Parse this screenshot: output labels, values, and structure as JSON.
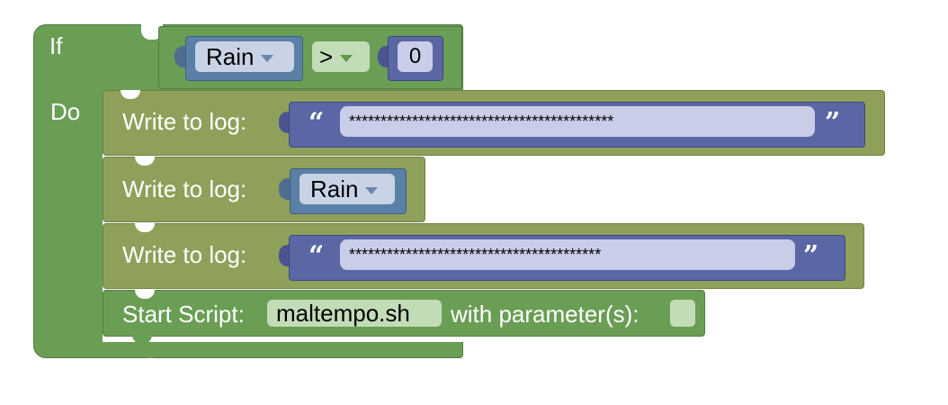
{
  "if_block": {
    "if_label": "If",
    "do_label": "Do"
  },
  "condition": {
    "variable": "Rain",
    "operator": ">",
    "value": "0"
  },
  "statements": {
    "log1": {
      "label": "Write to log:",
      "text": "******************************************"
    },
    "log2": {
      "label": "Write to log:",
      "variable": "Rain"
    },
    "log3": {
      "label": "Write to log:",
      "text": "****************************************"
    },
    "script": {
      "label": "Start Script:",
      "script_name": "maltempo.sh",
      "params_label": "with parameter(s):",
      "params_value": ""
    }
  },
  "quote_open": "“",
  "quote_close": "”",
  "colors": {
    "control_green": "#6a9e55",
    "log_olive": "#8fa05a",
    "variable_blue": "#5b80a5",
    "text_indigo": "#5b67a5"
  },
  "icons": [
    "dropdown-caret-icon",
    "open-quote-icon",
    "close-quote-icon"
  ]
}
